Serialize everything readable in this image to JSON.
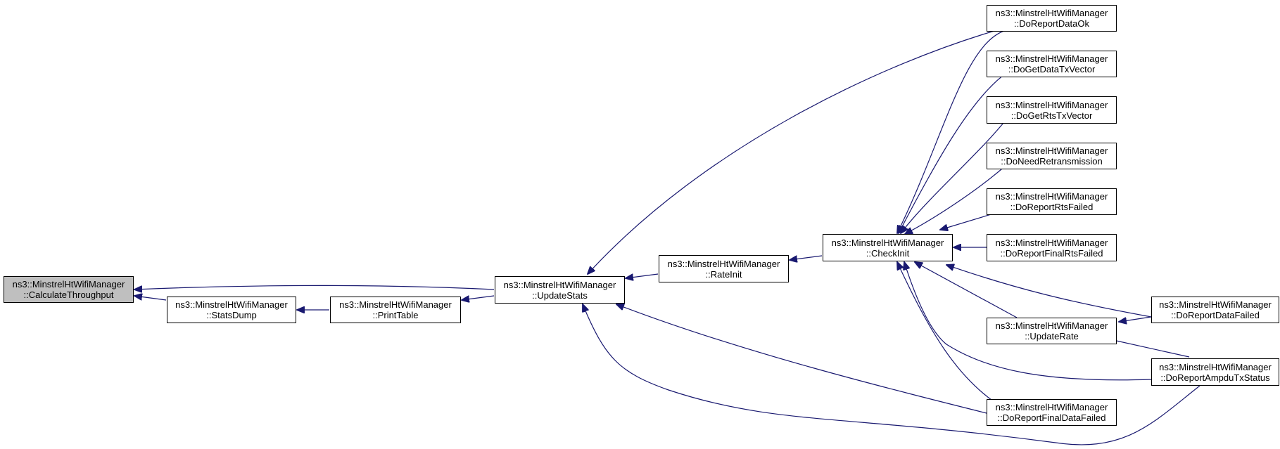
{
  "colors": {
    "edge": "#191970",
    "node_border": "#000000",
    "root_fill": "#bfbfbf",
    "node_fill": "#ffffff"
  },
  "nodes": {
    "calculate_throughput": {
      "line1": "ns3::MinstrelHtWifiManager",
      "line2": "::CalculateThroughput"
    },
    "stats_dump": {
      "line1": "ns3::MinstrelHtWifiManager",
      "line2": "::StatsDump"
    },
    "print_table": {
      "line1": "ns3::MinstrelHtWifiManager",
      "line2": "::PrintTable"
    },
    "update_stats": {
      "line1": "ns3::MinstrelHtWifiManager",
      "line2": "::UpdateStats"
    },
    "rate_init": {
      "line1": "ns3::MinstrelHtWifiManager",
      "line2": "::RateInit"
    },
    "check_init": {
      "line1": "ns3::MinstrelHtWifiManager",
      "line2": "::CheckInit"
    },
    "do_report_data_ok": {
      "line1": "ns3::MinstrelHtWifiManager",
      "line2": "::DoReportDataOk"
    },
    "do_get_data_tx_vector": {
      "line1": "ns3::MinstrelHtWifiManager",
      "line2": "::DoGetDataTxVector"
    },
    "do_get_rts_tx_vector": {
      "line1": "ns3::MinstrelHtWifiManager",
      "line2": "::DoGetRtsTxVector"
    },
    "do_need_retransmission": {
      "line1": "ns3::MinstrelHtWifiManager",
      "line2": "::DoNeedRetransmission"
    },
    "do_report_rts_failed": {
      "line1": "ns3::MinstrelHtWifiManager",
      "line2": "::DoReportRtsFailed"
    },
    "do_report_final_rts_failed": {
      "line1": "ns3::MinstrelHtWifiManager",
      "line2": "::DoReportFinalRtsFailed"
    },
    "update_rate": {
      "line1": "ns3::MinstrelHtWifiManager",
      "line2": "::UpdateRate"
    },
    "do_report_final_data_failed": {
      "line1": "ns3::MinstrelHtWifiManager",
      "line2": "::DoReportFinalDataFailed"
    },
    "do_report_data_failed": {
      "line1": "ns3::MinstrelHtWifiManager",
      "line2": "::DoReportDataFailed"
    },
    "do_report_ampdu_tx_status": {
      "line1": "ns3::MinstrelHtWifiManager",
      "line2": "::DoReportAmpduTxStatus"
    }
  },
  "edges": [
    {
      "from": "stats_dump",
      "to": "calculate_throughput"
    },
    {
      "from": "update_stats",
      "to": "calculate_throughput"
    },
    {
      "from": "print_table",
      "to": "stats_dump"
    },
    {
      "from": "update_stats",
      "to": "print_table"
    },
    {
      "from": "rate_init",
      "to": "update_stats"
    },
    {
      "from": "do_report_data_ok",
      "to": "update_stats"
    },
    {
      "from": "do_report_final_data_failed",
      "to": "update_stats"
    },
    {
      "from": "do_report_ampdu_tx_status",
      "to": "update_stats"
    },
    {
      "from": "check_init",
      "to": "rate_init"
    },
    {
      "from": "do_report_data_ok",
      "to": "check_init"
    },
    {
      "from": "do_get_data_tx_vector",
      "to": "check_init"
    },
    {
      "from": "do_get_rts_tx_vector",
      "to": "check_init"
    },
    {
      "from": "do_need_retransmission",
      "to": "check_init"
    },
    {
      "from": "do_report_rts_failed",
      "to": "check_init"
    },
    {
      "from": "do_report_final_rts_failed",
      "to": "check_init"
    },
    {
      "from": "update_rate",
      "to": "check_init"
    },
    {
      "from": "do_report_final_data_failed",
      "to": "check_init"
    },
    {
      "from": "do_report_data_failed",
      "to": "check_init"
    },
    {
      "from": "do_report_ampdu_tx_status",
      "to": "check_init"
    },
    {
      "from": "do_report_data_failed",
      "to": "update_rate"
    },
    {
      "from": "do_report_ampdu_tx_status",
      "to": "update_rate"
    }
  ]
}
